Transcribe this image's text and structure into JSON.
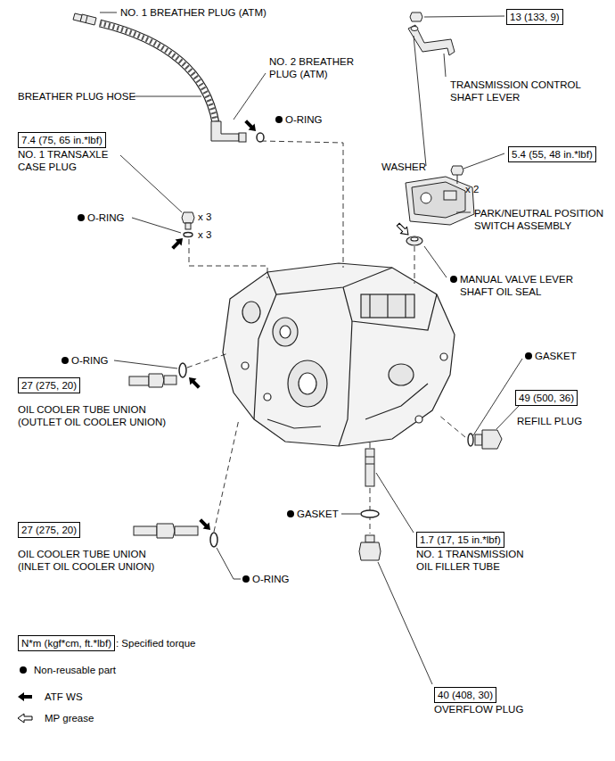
{
  "diagram": {
    "nodes": [
      {
        "text": [
          "13 (133, 9)"
        ]
      },
      {
        "text": [
          "7.4 (75, 65 in.*lbf)"
        ]
      },
      {
        "text": [
          "5.4 (55, 48 in.*lbf)"
        ]
      },
      {
        "text": [
          "27 (275, 20)"
        ]
      },
      {
        "text": [
          "49 (500, 36)"
        ]
      },
      {
        "text": [
          "27 (275, 20)"
        ]
      },
      {
        "text": [
          "1.7 (17, 15 in.*lbf)"
        ]
      },
      {
        "text": [
          "40 (408, 30)"
        ]
      },
      {
        "text": [
          "N*m (kgf*cm, ft.*lbf)"
        ]
      }
    ],
    "labels": [
      "NO. 1 BREATHER PLUG (ATM)",
      "NO. 2 BREATHER PLUG (ATM)",
      "TRANSMISSION CONTROL SHAFT LEVER",
      "BREATHER PLUG HOSE",
      "O-RING",
      "NO. 1 TRANSAXLE CASE PLUG",
      "WASHER",
      "x 2",
      "PARK/NEUTRAL POSITION SWITCH ASSEMBLY",
      "O-RING",
      "x 3",
      "x 3",
      "MANUAL VALVE LEVER SHAFT OIL SEAL",
      "GASKET",
      "O-RING",
      "OIL COOLER TUBE UNION (OUTLET OIL COOLER UNION)",
      "REFILL PLUG",
      "GASKET",
      "OIL COOLER TUBE UNION (INLET OIL COOLER UNION)",
      "NO. 1 TRANSMISSION OIL FILLER TUBE",
      "O-RING",
      "OVERFLOW PLUG"
    ],
    "legend": [
      {
        "text": ": Specified torque"
      },
      {
        "text": "Non-reusable part"
      },
      {
        "text": "ATF WS"
      },
      {
        "text": "MP grease"
      }
    ]
  }
}
